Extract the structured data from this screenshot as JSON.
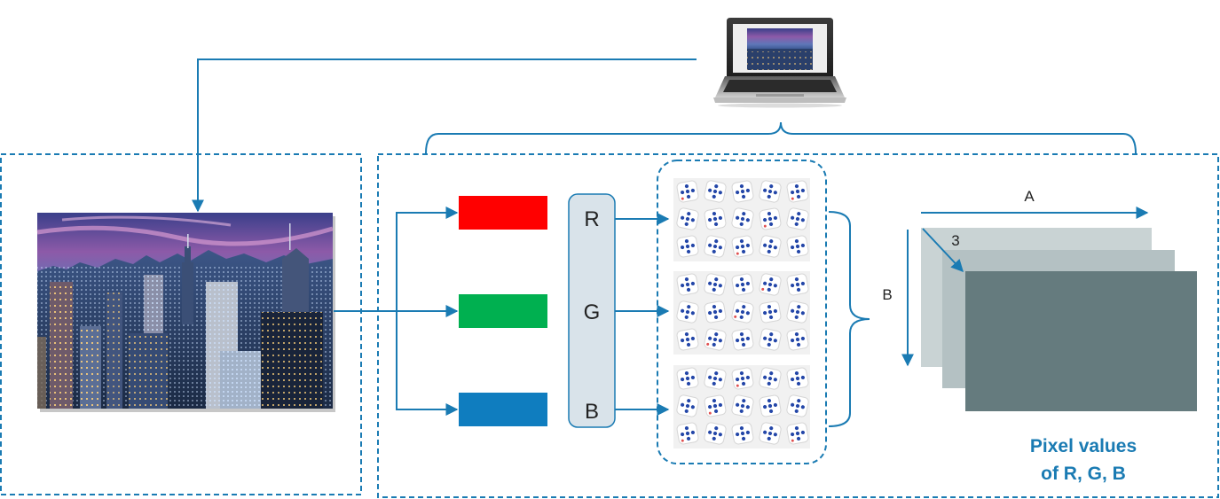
{
  "channels": [
    {
      "letter": "R",
      "color": "#ff0000"
    },
    {
      "letter": "G",
      "color": "#00b050"
    },
    {
      "letter": "B",
      "color": "#0f7dbf"
    }
  ],
  "axes": {
    "width": "A",
    "height": "B",
    "depth": "3"
  },
  "caption": {
    "line1": "Pixel values",
    "line2": "of R, G, B"
  },
  "colors": {
    "line": "#1a7bb3",
    "layer_front": "#657b7e",
    "layer_mid": "#b4c1c3",
    "layer_back": "#c9d3d4",
    "channel_panel": "#d9e3ea"
  }
}
